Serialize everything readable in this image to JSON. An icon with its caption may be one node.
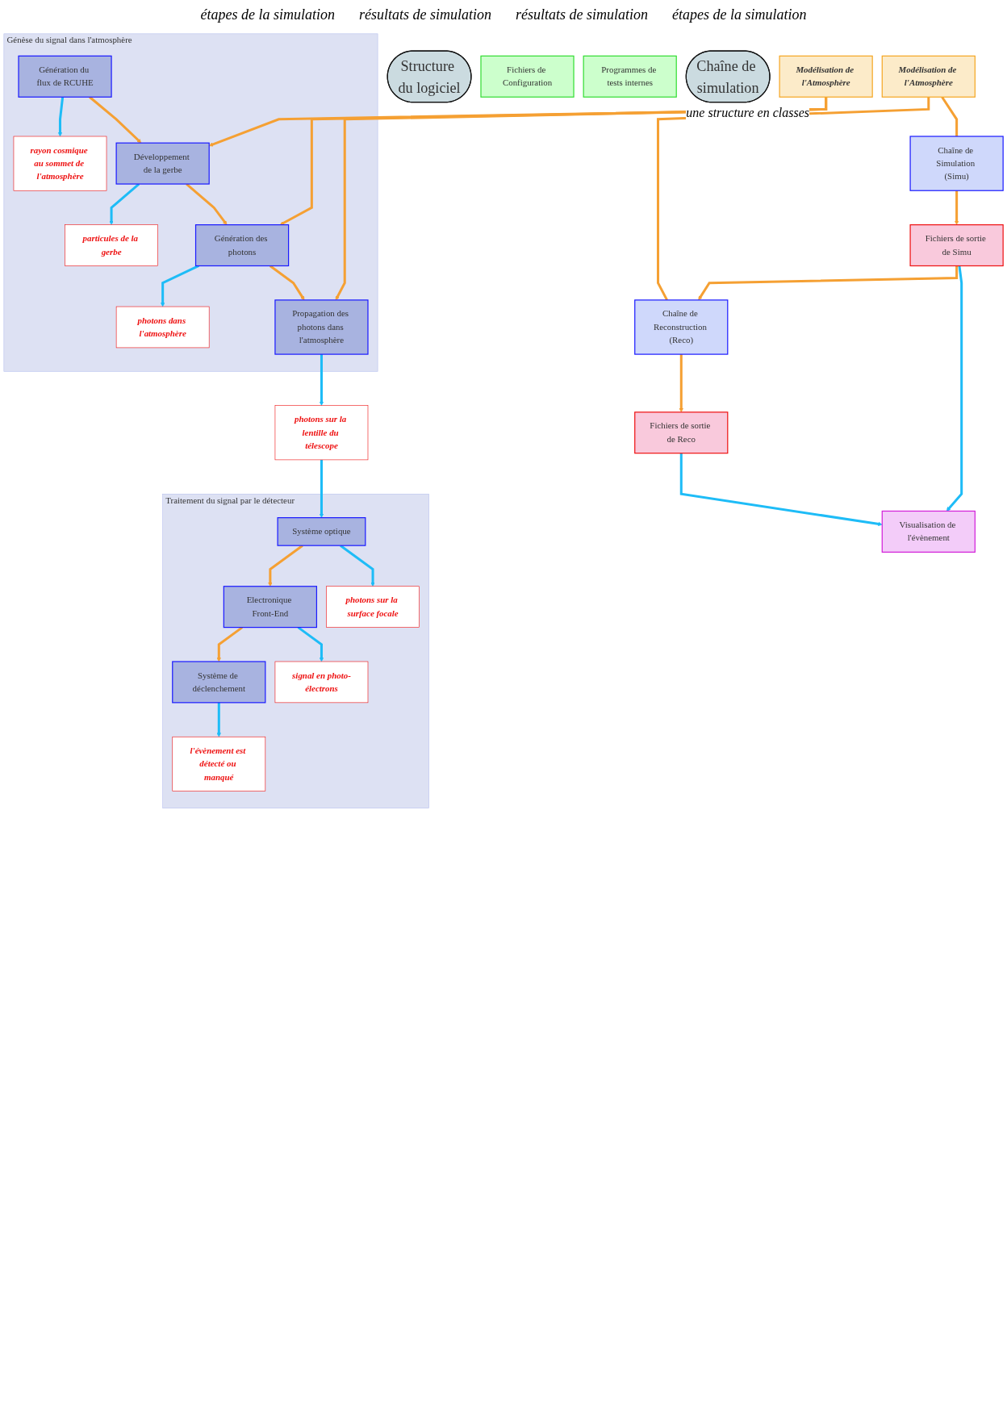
{
  "diagram": {
    "nodes": [
      {
        "text": [
          "Structure du logiciel"
        ]
      },
      {
        "text": [
          "Chaîne de Simulation (Simu)"
        ]
      },
      {
        "text": [
          "Fichiers de sortie de Simu"
        ]
      },
      {
        "text": [
          "Visualisation de l'évènement"
        ]
      },
      {
        "text": [
          "Modélisation de l'Atmosphère"
        ]
      },
      {
        "text": [
          "Fichiers de Configuration"
        ]
      },
      {
        "text": [
          "Chaîne de Reconstruction (Reco)"
        ]
      },
      {
        "text": [
          "Fichiers de sortie de Reco"
        ]
      },
      {
        "text": [
          "Programmes de tests internes"
        ]
      },
      {
        "text": [
          "Modélisation de l'Atmosphère"
        ]
      },
      {
        "text": [
          "Chaîne de simulation"
        ],
        "beside": [
          "une structure en classes"
        ]
      },
      {
        "text": [
          "Génèse du signal dans l'atmosphère"
        ]
      },
      {
        "text": [
          "Génération du flux de RCUHE"
        ],
        "in": 11
      },
      {
        "text": [
          "rayon cosmique au sommet de l'atmosphère"
        ],
        "in": 11
      },
      {
        "text": [
          "Développement de la gerbe"
        ],
        "in": 11
      },
      {
        "text": [
          "particules de la gerbe"
        ],
        "in": 11
      },
      {
        "text": [
          "Génération des photons"
        ],
        "in": 11
      },
      {
        "text": [
          "photons dans l'atmosphère"
        ],
        "in": 11
      },
      {
        "text": [
          "Propagation des photons dans l'atmosphère"
        ],
        "in": 11
      },
      {
        "text": [
          "photons sur la lentille du télescope"
        ]
      },
      {
        "text": [
          "Traitement du signal par le détecteur"
        ]
      },
      {
        "text": [
          "l'évènement est détecté ou manqué"
        ],
        "in": 20
      },
      {
        "text": [
          "Système de déclenchement"
        ],
        "in": 20
      },
      {
        "text": [
          "signal en photo-électrons"
        ],
        "in": 20
      },
      {
        "text": [
          "Electronique Front-End"
        ],
        "in": 20
      },
      {
        "text": [
          "photons sur la surface focale"
        ],
        "in": 20
      },
      {
        "text": [
          "Système optique"
        ],
        "in": 20
      }
    ],
    "edges": [
      {
        "from": 1,
        "to": 2,
        "arrow": "to"
      },
      {
        "from": 2,
        "to": 3,
        "arrow": "to",
        "color": "#1ebcf7"
      },
      {
        "from": 2,
        "to": 6,
        "arrow": "to"
      },
      {
        "from": 7,
        "to": 3,
        "arrow": "to",
        "color": "#1ebcf7"
      },
      {
        "from": 6,
        "to": 7,
        "arrow": "to"
      },
      {
        "from": 4,
        "to": 1,
        "arrow": "none"
      },
      {
        "from": 4,
        "to": 6,
        "arrow": "none"
      },
      {
        "from": 9,
        "to": 14,
        "arrow": "to"
      },
      {
        "from": 9,
        "to": 16,
        "arrow": "to"
      },
      {
        "from": 9,
        "to": 18,
        "arrow": "to"
      },
      {
        "from": 12,
        "to": 14,
        "arrow": "to"
      },
      {
        "from": 12,
        "to": 13,
        "arrow": "to",
        "color": "#1ebcf7"
      },
      {
        "from": 14,
        "to": 16,
        "arrow": "to"
      },
      {
        "from": 14,
        "to": 15,
        "arrow": "to",
        "color": "#1ebcf7"
      },
      {
        "from": 16,
        "to": 18,
        "arrow": "to"
      },
      {
        "from": 16,
        "to": 17,
        "arrow": "to",
        "color": "#1ebcf7"
      },
      {
        "from": 18,
        "to": 19,
        "arrow": "to",
        "color": "#1ebcf7"
      },
      {
        "from": 19,
        "to": 26,
        "arrow": "to",
        "color": "#1ebcf7"
      },
      {
        "from": 26,
        "to": 24,
        "arrow": "to"
      },
      {
        "from": 26,
        "to": 25,
        "arrow": "to",
        "color": "#1ebcf7"
      },
      {
        "from": 24,
        "to": 22,
        "arrow": "to"
      },
      {
        "from": 24,
        "to": 23,
        "arrow": "to",
        "color": "#1ebcf7"
      },
      {
        "from": 22,
        "to": 21,
        "arrow": "to",
        "color": "#1ebcf7"
      }
    ],
    "labels": [
      "étapes de la simulation",
      "résultats de simulation",
      "résultats de simulation",
      "étapes de la simulation"
    ]
  }
}
